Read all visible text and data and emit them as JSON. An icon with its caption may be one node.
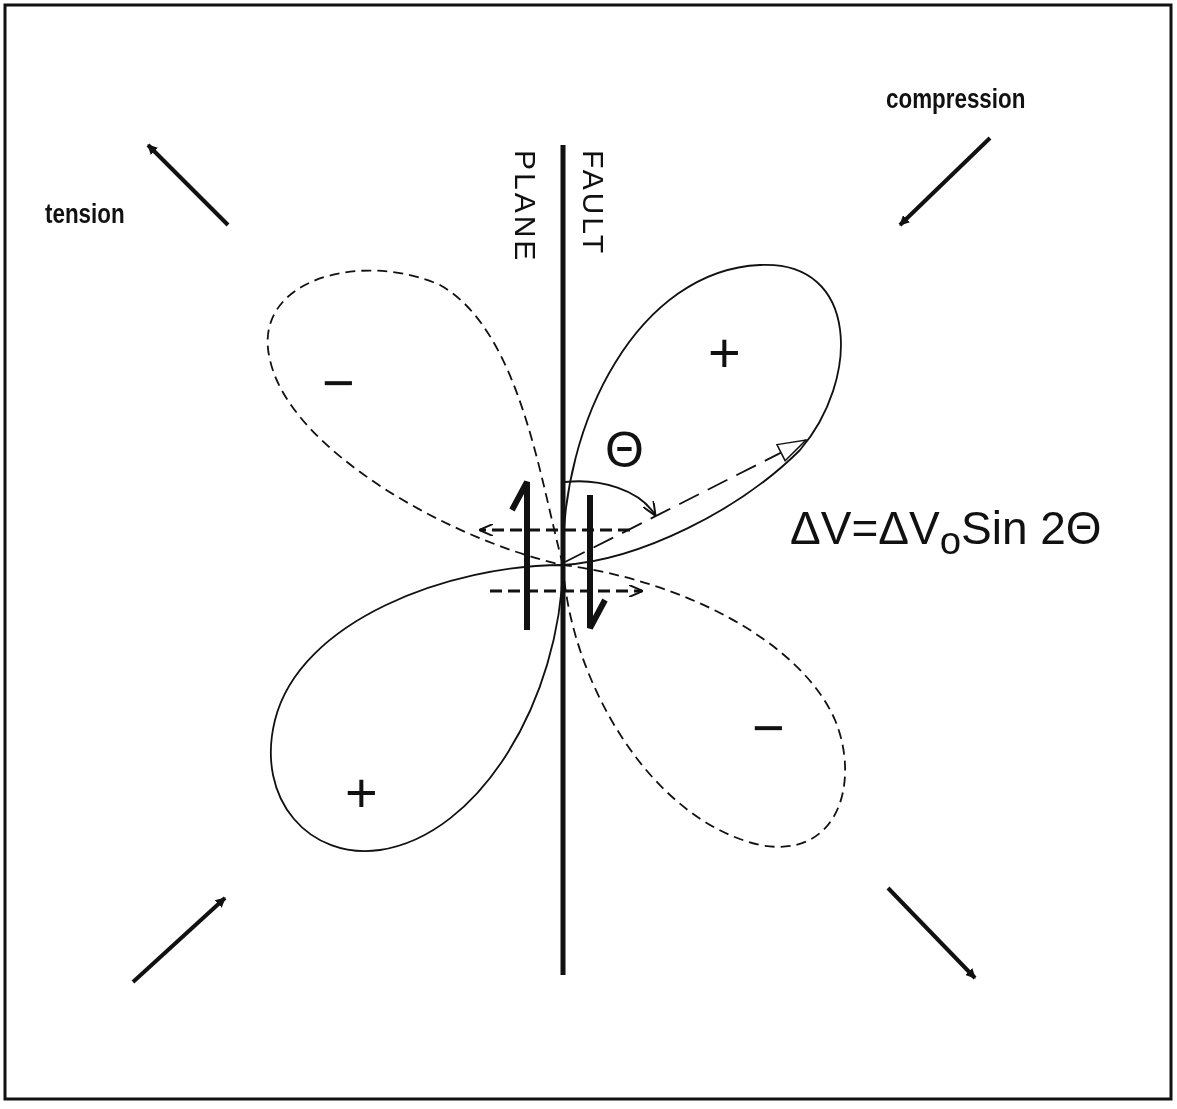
{
  "diagram": {
    "labels": [
      "compression",
      "FAULT",
      "PLANE",
      "tension",
      "+",
      "−",
      "Θ",
      "ΔV=ΔV$_{o}$Sin 2Θ",
      "−",
      "+"
    ]
  }
}
